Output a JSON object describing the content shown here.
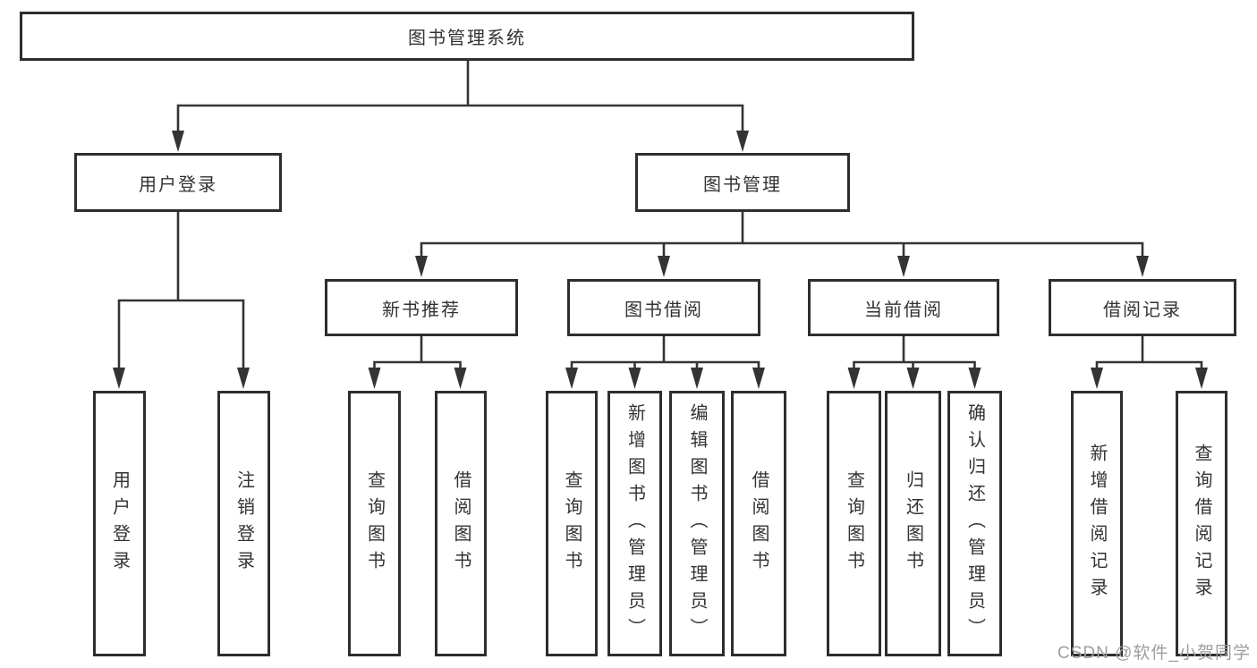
{
  "diagram": {
    "root": "图书管理系统",
    "user_login": {
      "label": "用户登录",
      "children": [
        "用户登录",
        "注销登录"
      ]
    },
    "book_mgmt": {
      "label": "图书管理",
      "sections": [
        {
          "label": "新书推荐",
          "children": [
            "查询图书",
            "借阅图书"
          ]
        },
        {
          "label": "图书借阅",
          "children": [
            "查询图书",
            "新增图书（管理员）",
            "编辑图书（管理员）",
            "借阅图书"
          ]
        },
        {
          "label": "当前借阅",
          "children": [
            "查询图书",
            "归还图书",
            "确认归还（管理员）"
          ]
        },
        {
          "label": "借阅记录",
          "children": [
            "新增借阅记录",
            "查询借阅记录"
          ]
        }
      ]
    }
  },
  "colors": {
    "line": "#343434",
    "box_border": "#2e2e2e",
    "box_fill": "#ffffff",
    "text": "#333333",
    "watermark": "#9e9e9e"
  },
  "watermark": "CSDN @软件_小贺同学"
}
